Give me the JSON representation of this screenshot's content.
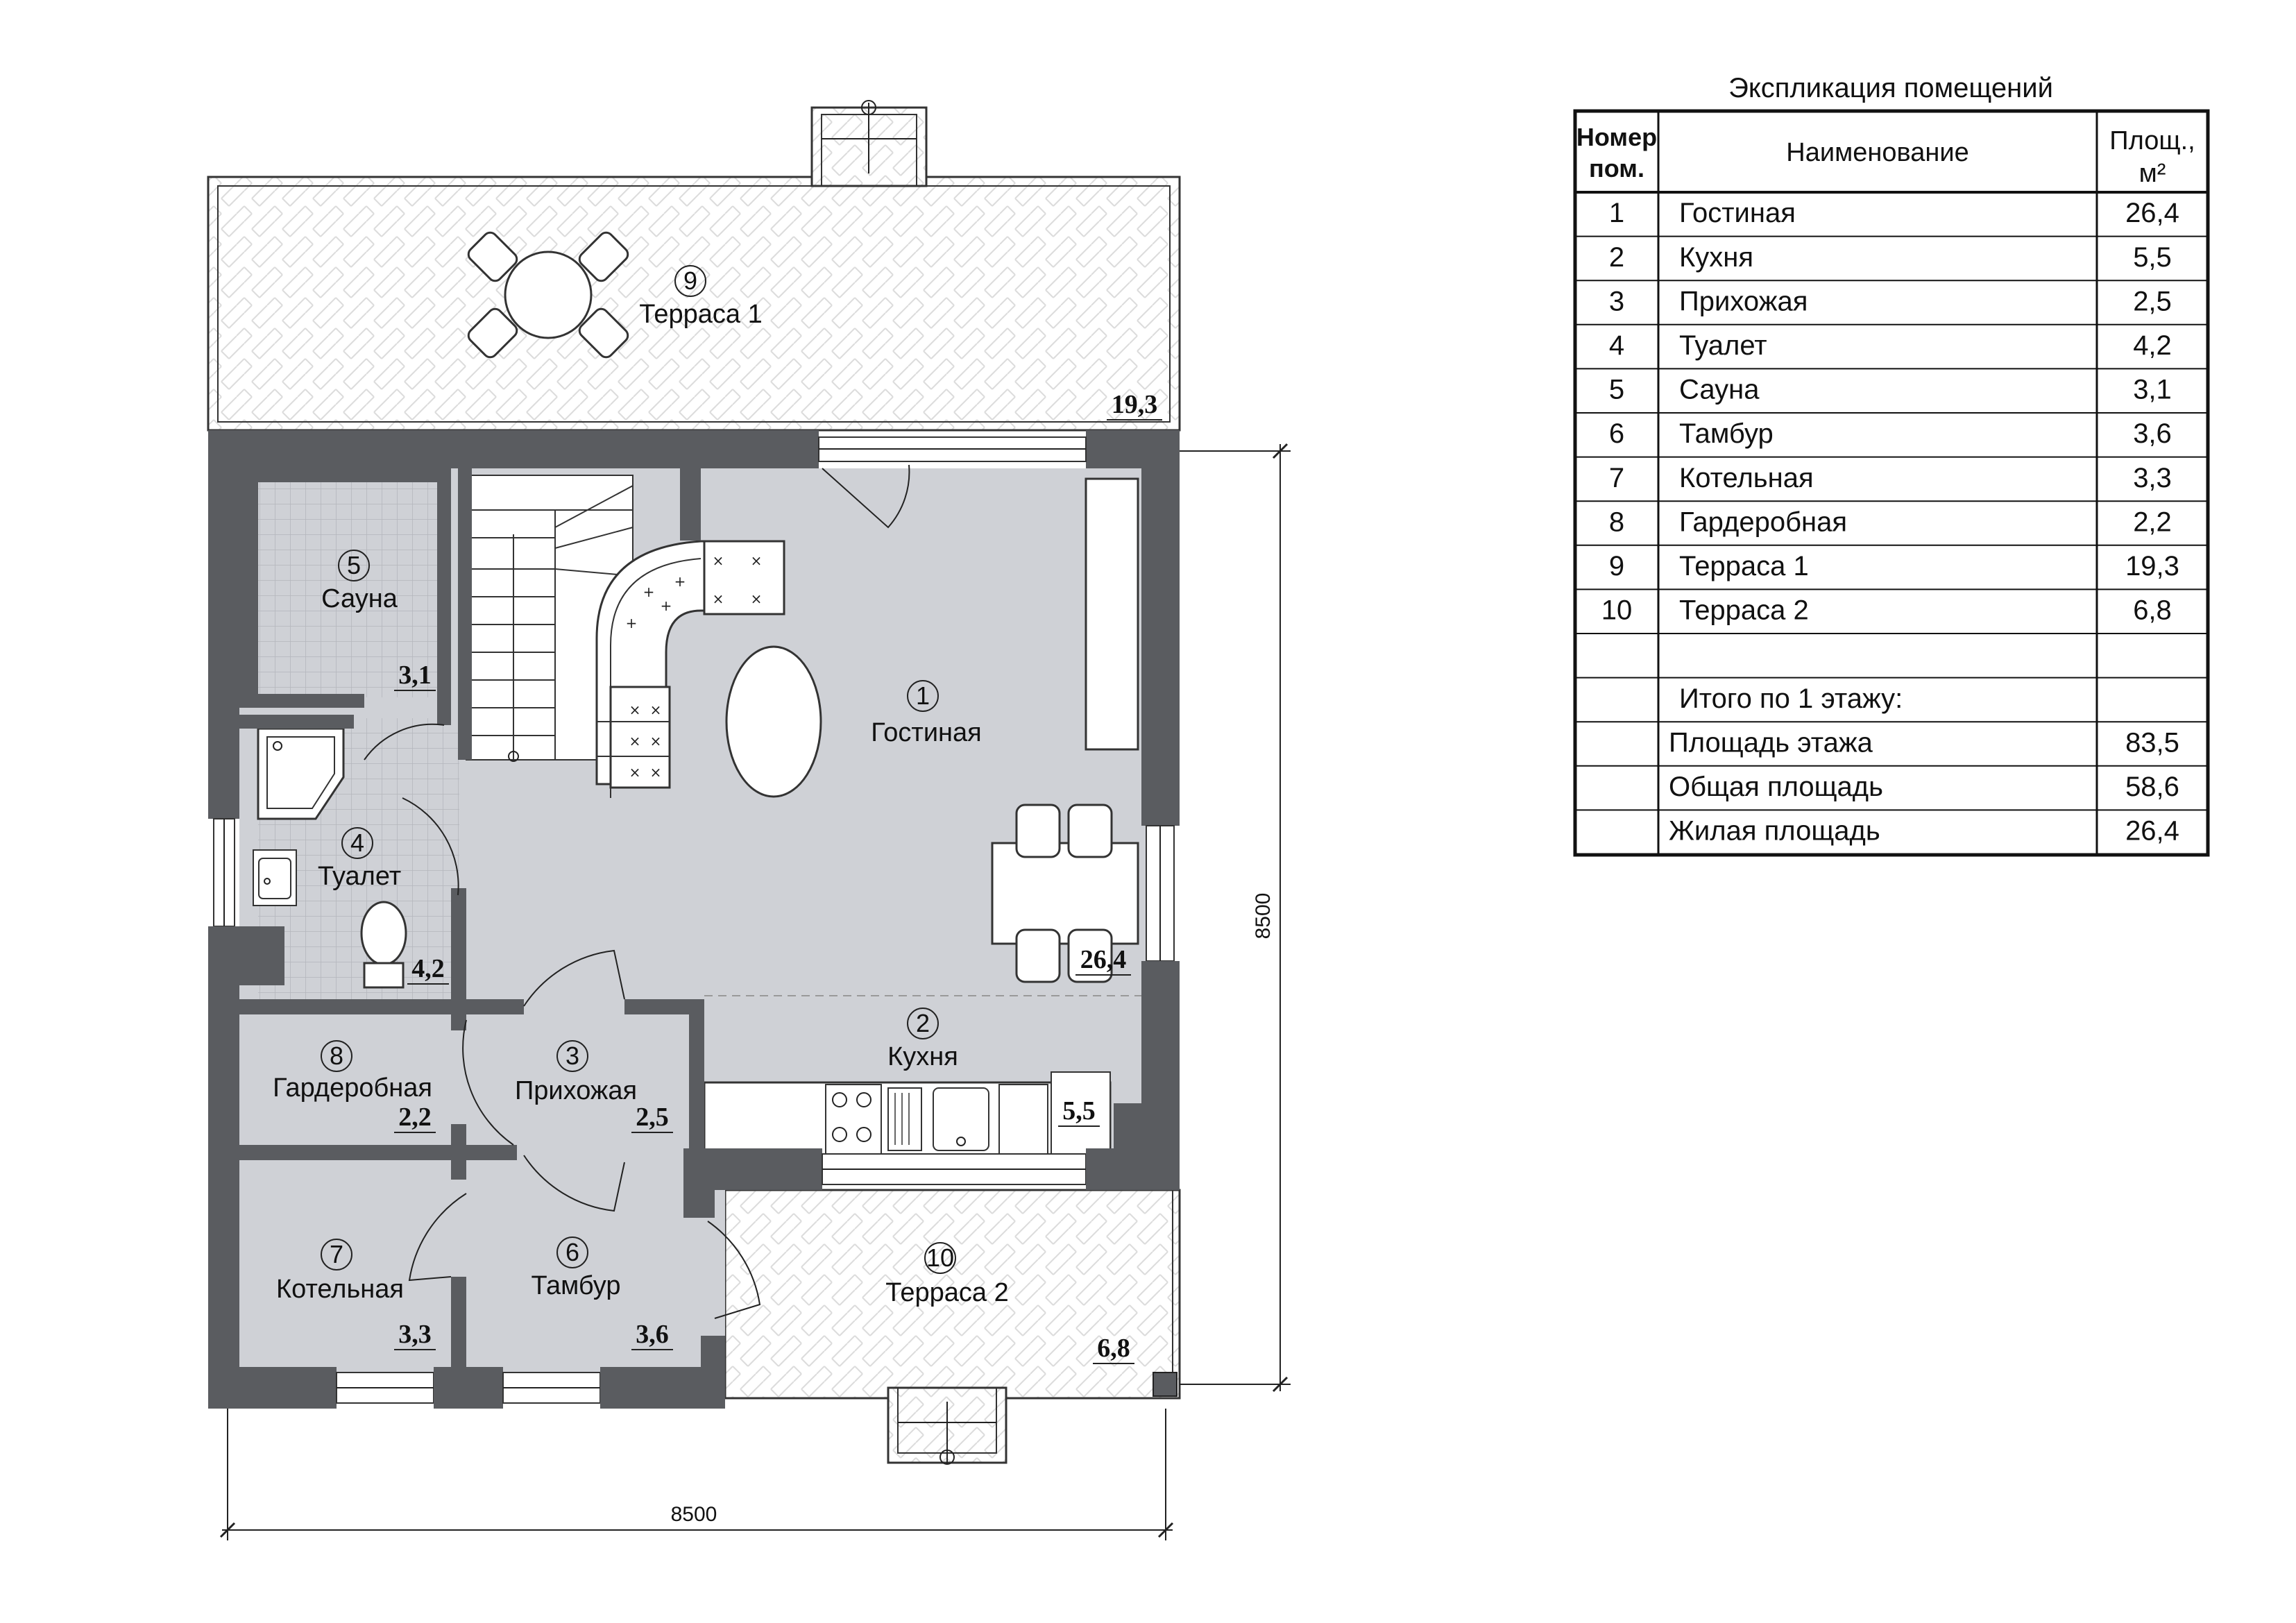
{
  "rooms": [
    {
      "num": "1",
      "name": "Гостиная",
      "area_label": "26,4"
    },
    {
      "num": "2",
      "name": "Кухня",
      "area_label": "5,5"
    },
    {
      "num": "3",
      "name": "Прихожая",
      "area_label": "2,5"
    },
    {
      "num": "4",
      "name": "Туалет",
      "area_label": "4,2"
    },
    {
      "num": "5",
      "name": "Сауна",
      "area_label": "3,1"
    },
    {
      "num": "6",
      "name": "Тамбур",
      "area_label": "3,6"
    },
    {
      "num": "7",
      "name": "Котельная",
      "area_label": "3,3"
    },
    {
      "num": "8",
      "name": "Гардеробная",
      "area_label": "2,2"
    },
    {
      "num": "9",
      "name": "Терраса 1",
      "area_label": "19,3"
    },
    {
      "num": "10",
      "name": "Терраса 2",
      "area_label": "6,8"
    }
  ],
  "dimensions": {
    "width": "8500",
    "height": "8500"
  },
  "explication": {
    "title": "Экспликация помещений",
    "headers": {
      "num_line1": "Номер",
      "num_line2": "пом.",
      "name": "Наименование",
      "area_line1": "Площ.,",
      "area_line2": "м²"
    },
    "rows": [
      {
        "num": "1",
        "name": "Гостиная",
        "area": "26,4"
      },
      {
        "num": "2",
        "name": "Кухня",
        "area": "5,5"
      },
      {
        "num": "3",
        "name": "Прихожая",
        "area": "2,5"
      },
      {
        "num": "4",
        "name": "Туалет",
        "area": "4,2"
      },
      {
        "num": "5",
        "name": "Сауна",
        "area": "3,1"
      },
      {
        "num": "6",
        "name": "Тамбур",
        "area": "3,6"
      },
      {
        "num": "7",
        "name": "Котельная",
        "area": "3,3"
      },
      {
        "num": "8",
        "name": "Гардеробная",
        "area": "2,2"
      },
      {
        "num": "9",
        "name": "Терраса 1",
        "area": "19,3"
      },
      {
        "num": "10",
        "name": "Терраса 2",
        "area": "6,8"
      }
    ],
    "total_label": "Итого по 1 этажу:",
    "summary": [
      {
        "name": "Площадь этажа",
        "area": "83,5"
      },
      {
        "name": "Общая площадь",
        "area": "58,6"
      },
      {
        "name": "Жилая площадь",
        "area": "26,4"
      }
    ]
  }
}
